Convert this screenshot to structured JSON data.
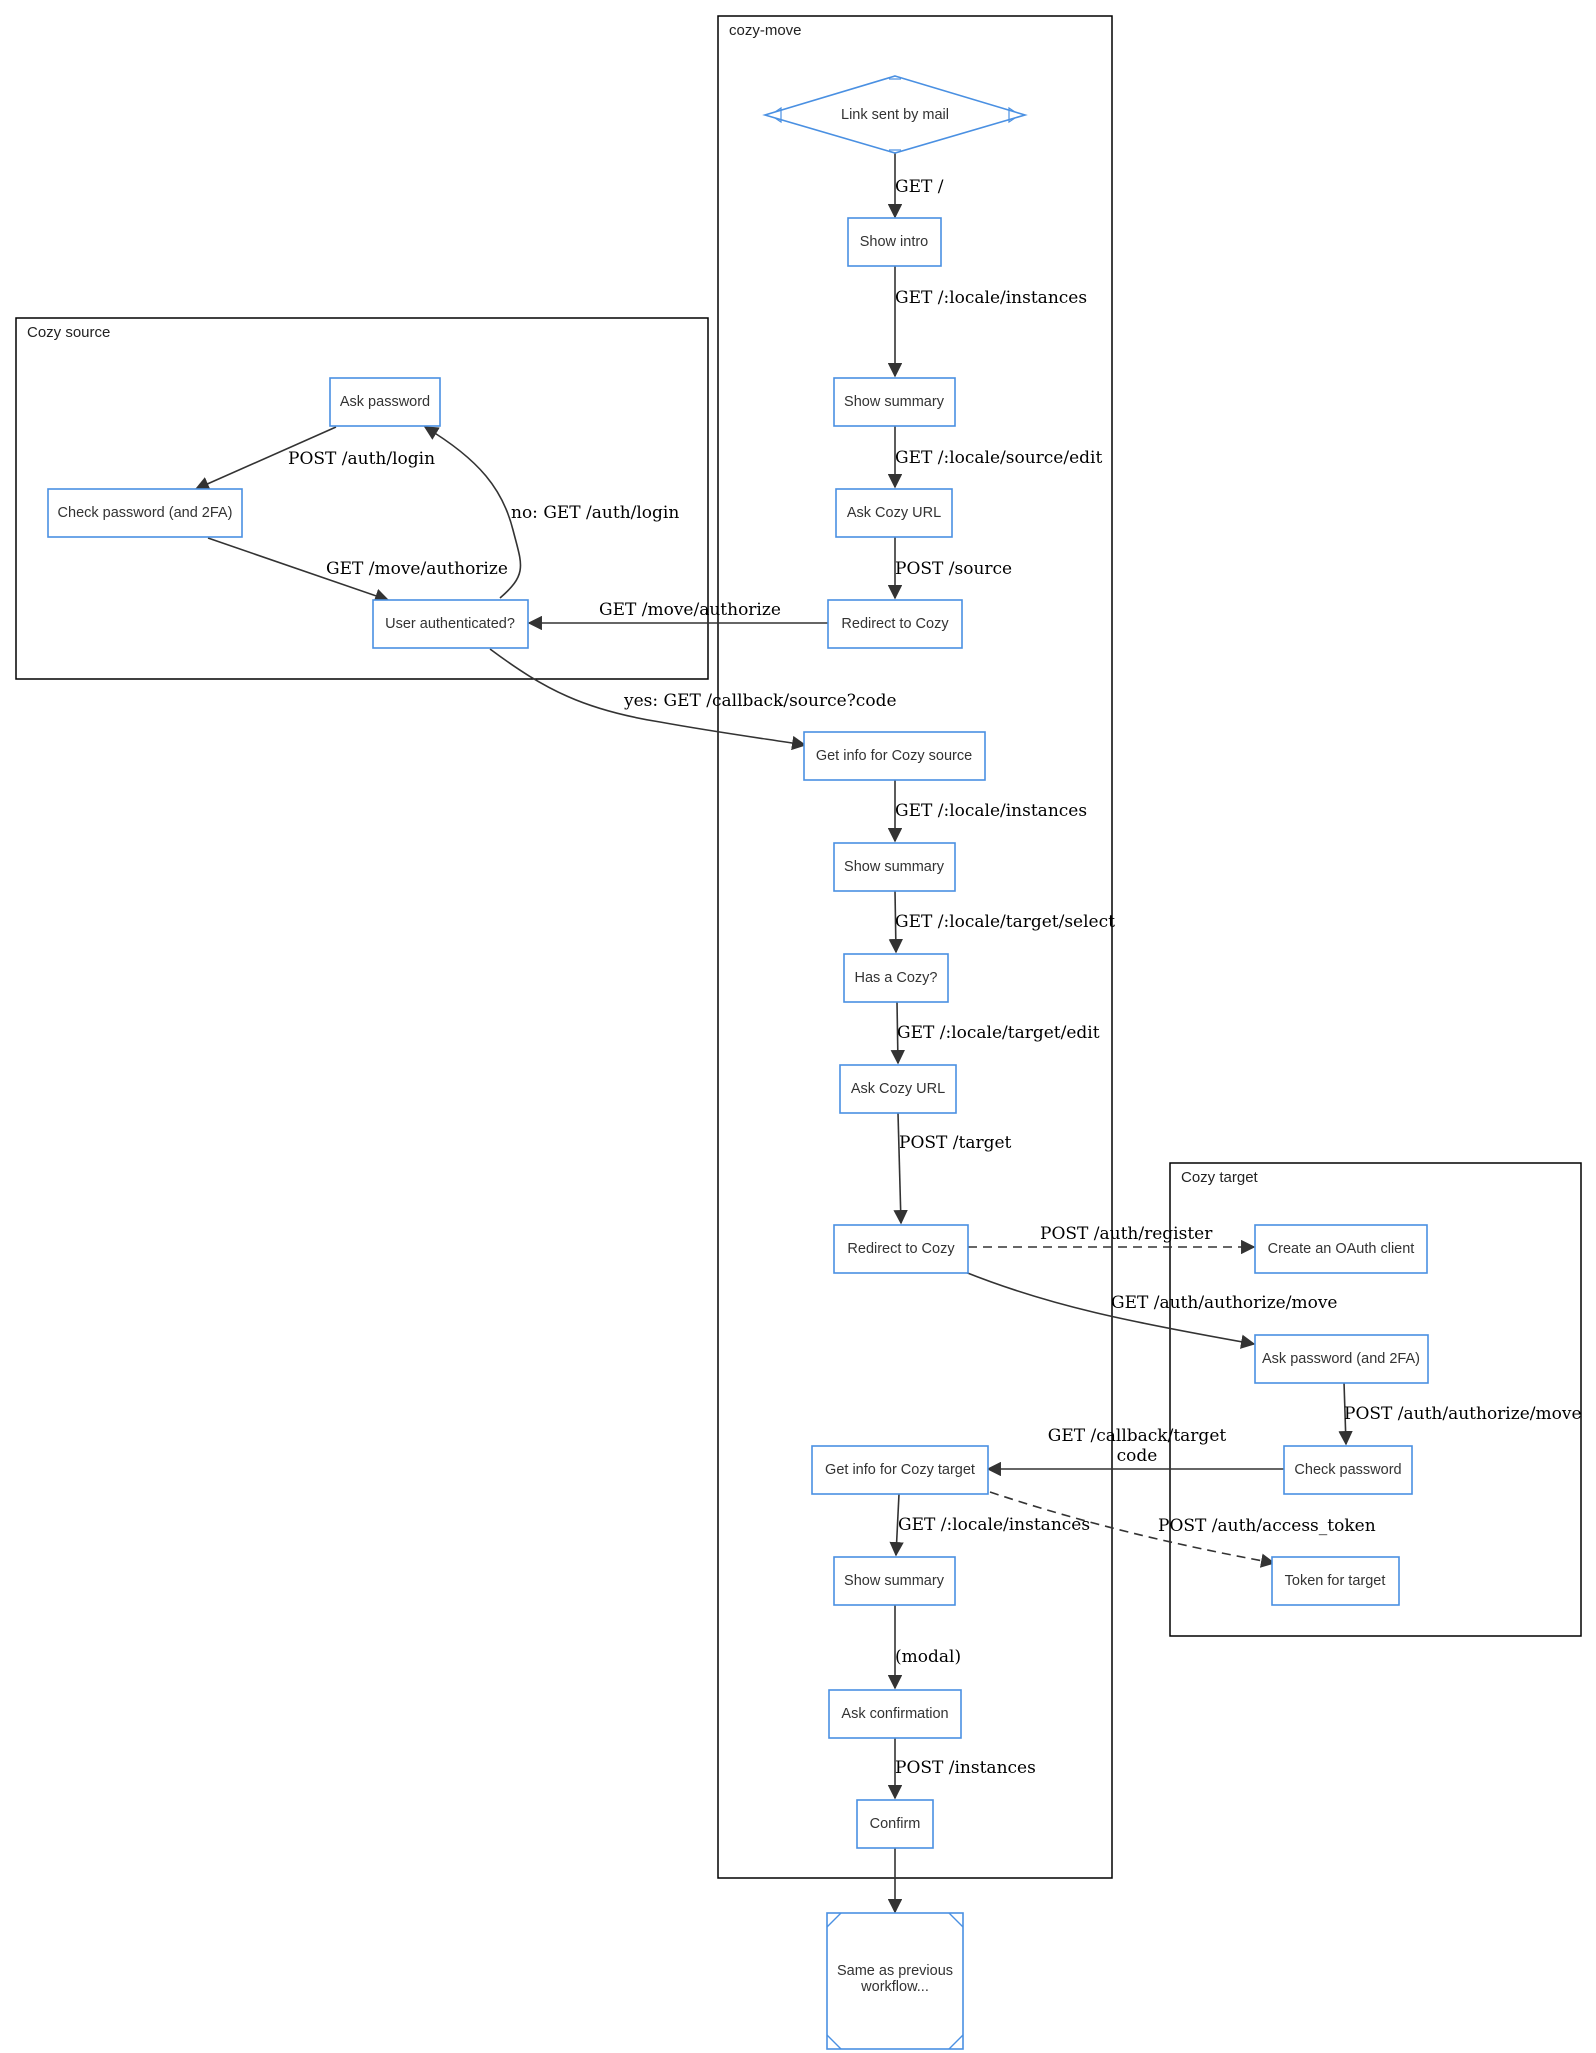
{
  "clusters": {
    "cozy_source": "Cozy source",
    "cozy_move": "cozy-move",
    "cozy_target": "Cozy target"
  },
  "nodes": {
    "link_sent": "Link sent by mail",
    "show_intro": "Show intro",
    "show_summary_1": "Show summary",
    "ask_cozy_url_1": "Ask Cozy URL",
    "redirect_1": "Redirect to Cozy",
    "ask_password_src": "Ask password",
    "check_password_2fa_src": "Check password (and 2FA)",
    "user_authenticated": "User authenticated?",
    "get_info_source": "Get info for Cozy source",
    "show_summary_2": "Show summary",
    "has_a_cozy": "Has a Cozy?",
    "ask_cozy_url_2": "Ask Cozy URL",
    "redirect_2": "Redirect to Cozy",
    "create_oauth_client": "Create an OAuth client",
    "ask_password_2fa_tgt": "Ask password (and 2FA)",
    "check_password_tgt": "Check password",
    "get_info_target": "Get info for Cozy target",
    "token_for_target": "Token for target",
    "show_summary_3": "Show summary",
    "ask_confirmation": "Ask confirmation",
    "confirm": "Confirm",
    "same_as_previous_line1": "Same as previous",
    "same_as_previous_line2": "workflow..."
  },
  "edges": {
    "get_root": "GET /",
    "get_locale_instances_1": "GET /:locale/instances",
    "get_locale_source_edit": "GET /:locale/source/edit",
    "post_source": "POST /source",
    "get_move_authorize_1": "GET /move/authorize",
    "post_auth_login": "POST /auth/login",
    "get_move_authorize_2": "GET /move/authorize",
    "no_get_auth_login": "no: GET /auth/login",
    "yes_callback_source": "yes: GET /callback/source?code",
    "get_locale_instances_2": "GET /:locale/instances",
    "get_locale_target_select": "GET /:locale/target/select",
    "get_locale_target_edit": "GET /:locale/target/edit",
    "post_target": "POST /target",
    "post_auth_register": "POST /auth/register",
    "get_auth_authorize_move": "GET /auth/authorize/move",
    "post_auth_authorize_move": "POST /auth/authorize/move",
    "get_callback_target_line1": "GET /callback/target",
    "get_callback_target_line2": "code",
    "post_auth_access_token": "POST /auth/access_token",
    "get_locale_instances_3": "GET /:locale/instances",
    "modal": "(modal)",
    "post_instances": "POST /instances"
  },
  "colors": {
    "node_stroke": "#4a90e2",
    "edge": "#333333",
    "cluster_stroke": "#000000"
  }
}
